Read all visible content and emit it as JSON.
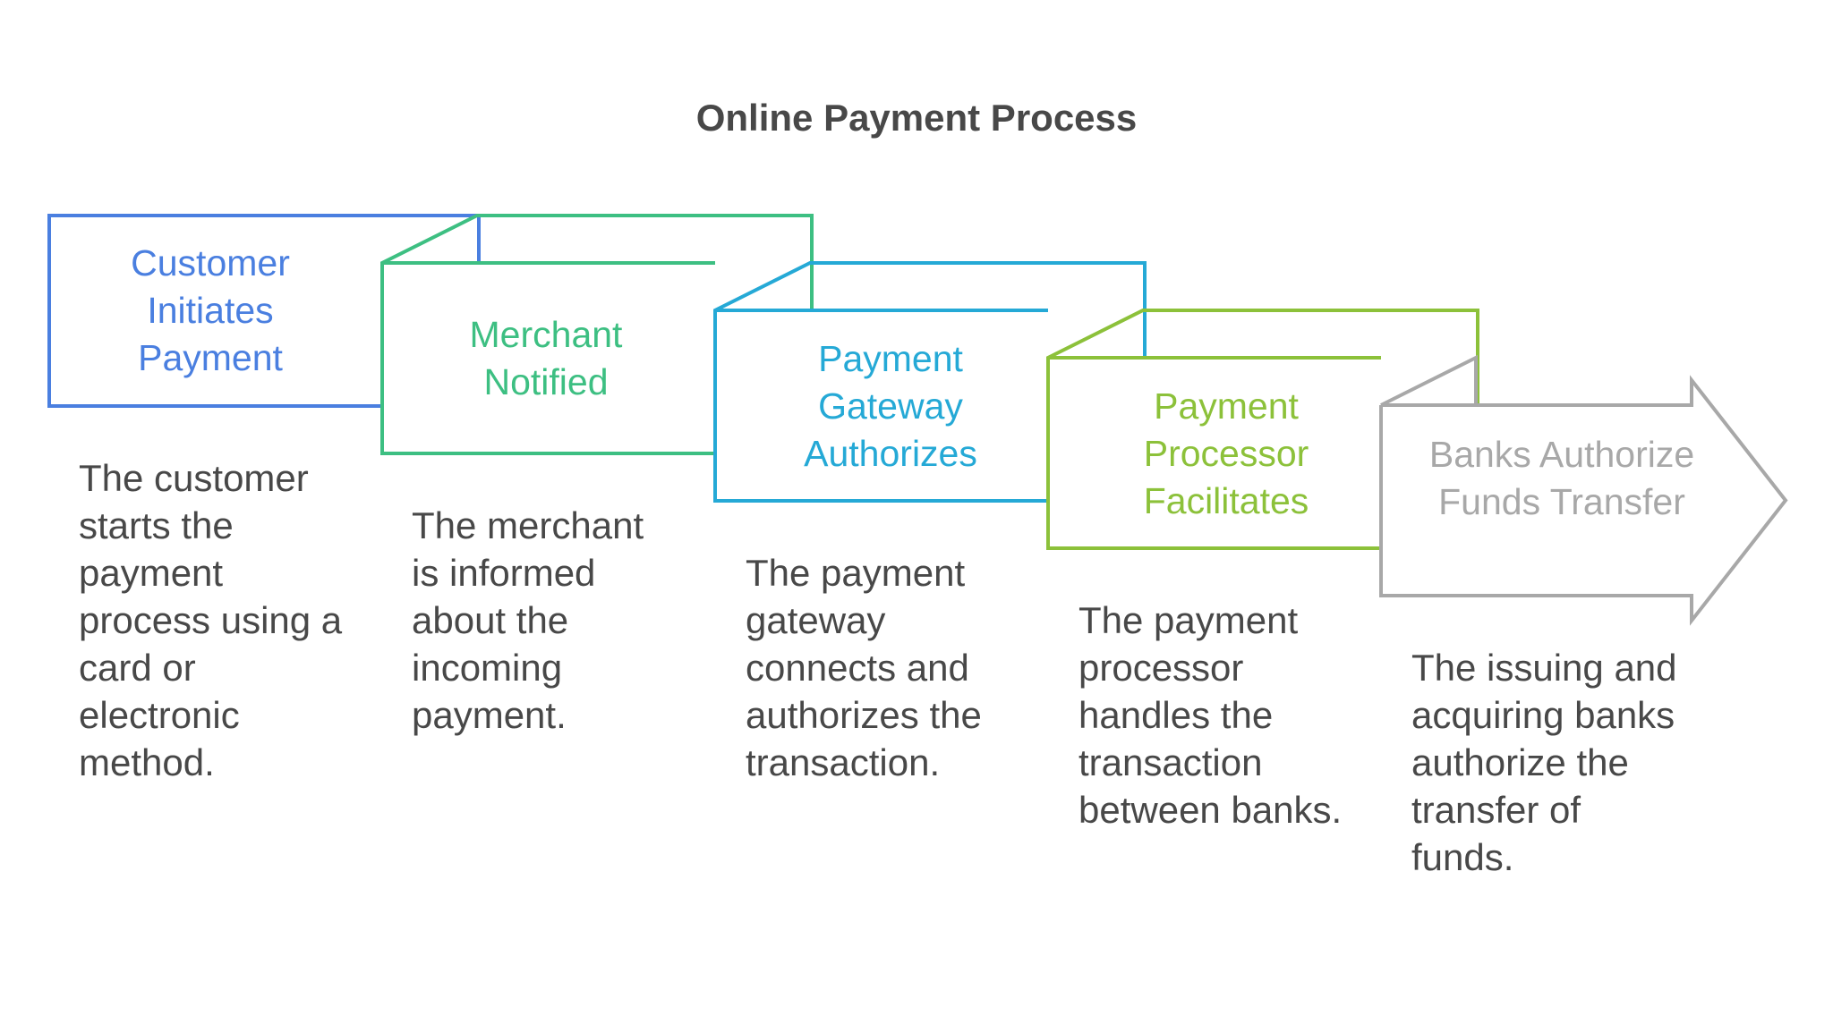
{
  "title": "Online Payment Process",
  "steps": [
    {
      "title": "Customer Initiates Payment",
      "description": "The customer starts the payment process using a card or electronic method.",
      "color": "#4A7FE0"
    },
    {
      "title": "Merchant Notified",
      "description": "The merchant is informed about the incoming payment.",
      "color": "#3DBF82"
    },
    {
      "title": "Payment Gateway Authorizes",
      "description": "The payment gateway connects and authorizes the transaction.",
      "color": "#25A9D6"
    },
    {
      "title": "Payment Processor Facilitates",
      "description": "The payment processor handles the transaction between banks.",
      "color": "#8CC13A"
    },
    {
      "title": "Banks Authorize Funds Transfer",
      "description": "The issuing and acquiring banks authorize the transfer of funds.",
      "color": "#A8A8A8"
    }
  ]
}
